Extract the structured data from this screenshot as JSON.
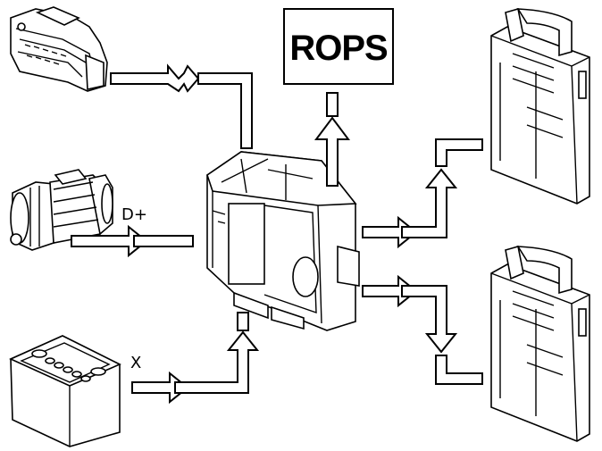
{
  "diagram": {
    "rops_label": "ROPS",
    "d_plus_label": "D+",
    "x_label": "X"
  },
  "icons": {
    "connector": "diagnostic-connector-icon",
    "starter": "starter-motor-icon",
    "battery": "battery-icon",
    "control_unit": "control-unit-icon",
    "module_top": "electronic-module-icon",
    "module_bottom": "electronic-module-icon"
  }
}
